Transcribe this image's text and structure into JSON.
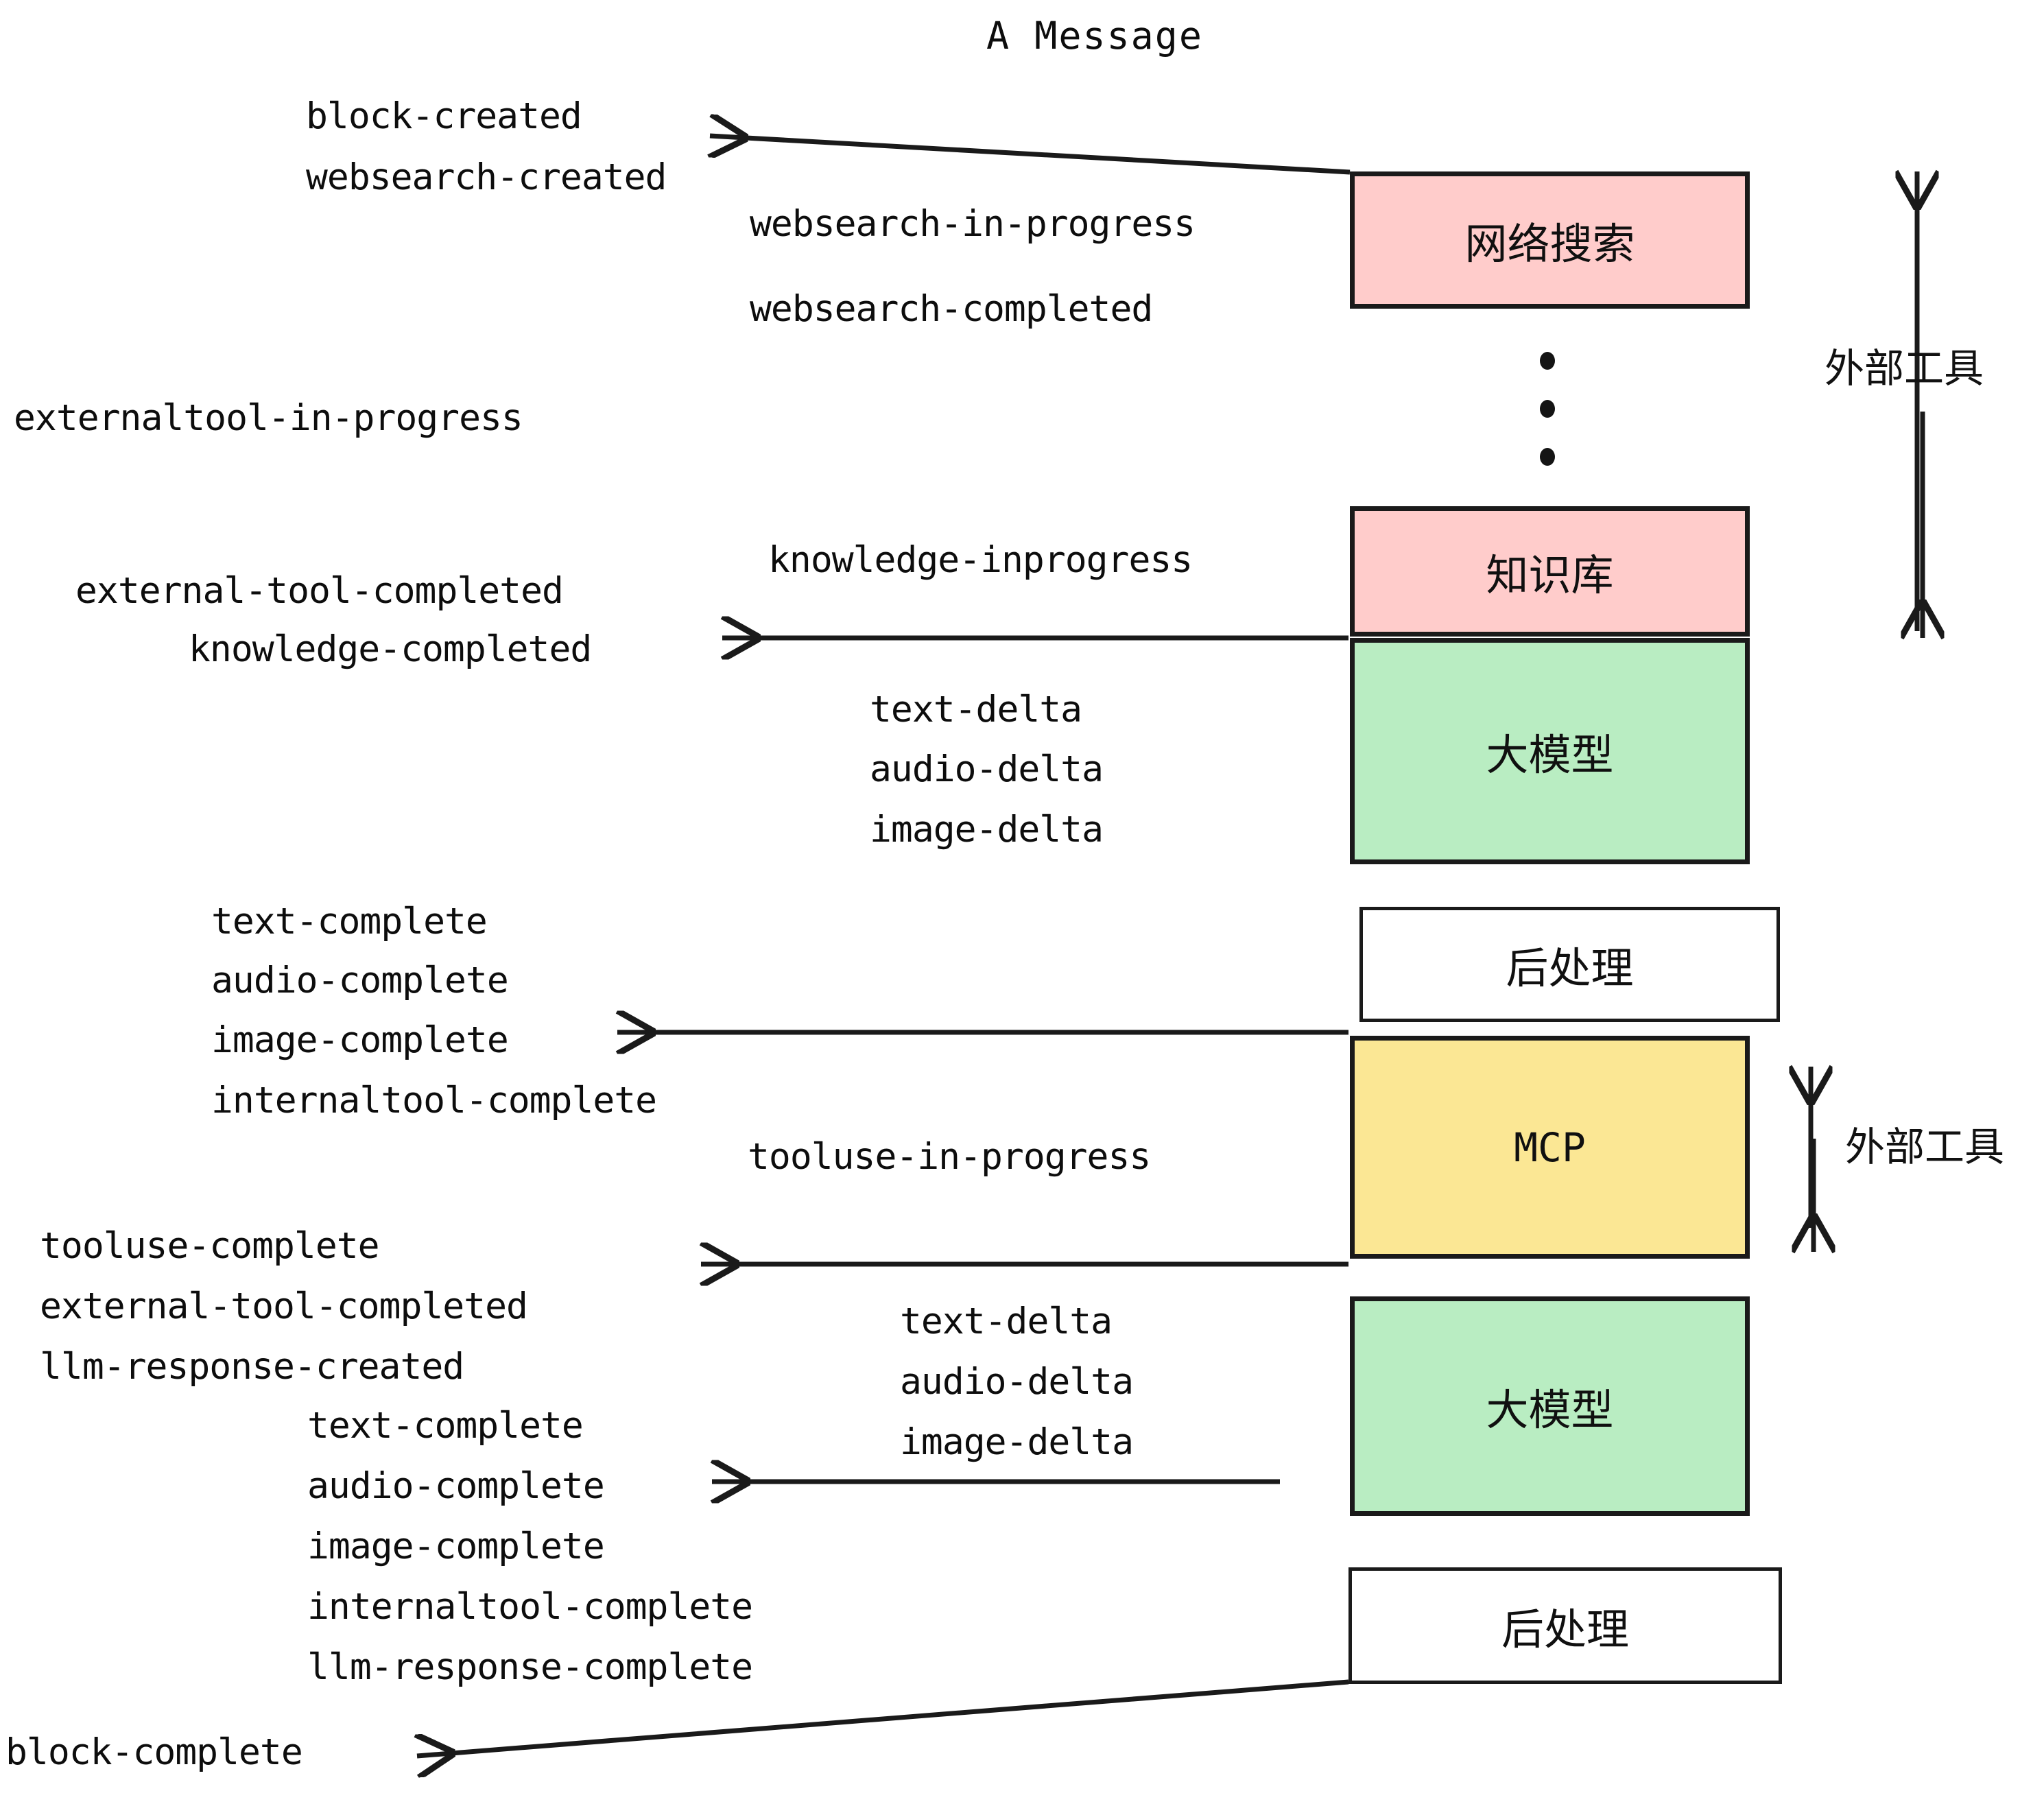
{
  "title": "A Message",
  "colors": {
    "pink": "#FFCCCB",
    "green": "#B9EDC2",
    "yellow": "#FBE794",
    "white": "#FFFFFF",
    "stroke": "#1A1A1A",
    "text": "#0D0D0D"
  },
  "nodes": [
    {
      "id": "websearch",
      "label": "网络搜索",
      "fill": "pink"
    },
    {
      "id": "knowledge",
      "label": "知识库",
      "fill": "pink"
    },
    {
      "id": "llm-1",
      "label": "大模型",
      "fill": "green"
    },
    {
      "id": "postprocess-1",
      "label": "后处理",
      "fill": "white"
    },
    {
      "id": "mcp",
      "label": "MCP",
      "fill": "yellow"
    },
    {
      "id": "llm-2",
      "label": "大模型",
      "fill": "green"
    },
    {
      "id": "postprocess-2",
      "label": "后处理",
      "fill": "white"
    }
  ],
  "side_labels": [
    {
      "id": "external-tools-top",
      "text": "外部工具"
    },
    {
      "id": "external-tools-bottom",
      "text": "外部工具"
    }
  ],
  "events": {
    "block_created": "block-created",
    "websearch_created": "websearch-created",
    "websearch_in_progress": "websearch-in-progress",
    "websearch_completed": "websearch-completed",
    "externaltool_in_progress": "externaltool-in-progress",
    "knowledge_inprogress": "knowledge-inprogress",
    "external_tool_completed_1": "external-tool-completed",
    "knowledge_completed": "knowledge-completed",
    "text_delta_1": "text-delta",
    "audio_delta_1": "audio-delta",
    "image_delta_1": "image-delta",
    "text_complete_1": "text-complete",
    "audio_complete_1": "audio-complete",
    "image_complete_1": "image-complete",
    "internaltool_complete_1": "internaltool-complete",
    "tooluse_in_progress": "tooluse-in-progress",
    "tooluse_complete": "tooluse-complete",
    "external_tool_completed_2": "external-tool-completed",
    "llm_response_created": "llm-response-created",
    "text_delta_2": "text-delta",
    "audio_delta_2": "audio-delta",
    "image_delta_2": "image-delta",
    "text_complete_2": "text-complete",
    "audio_complete_2": "audio-complete",
    "image_complete_2": "image-complete",
    "internaltool_complete_2": "internaltool-complete",
    "llm_response_complete": "llm-response-complete",
    "block_complete": "block-complete"
  },
  "ellipsis": "vertical-dots-3"
}
